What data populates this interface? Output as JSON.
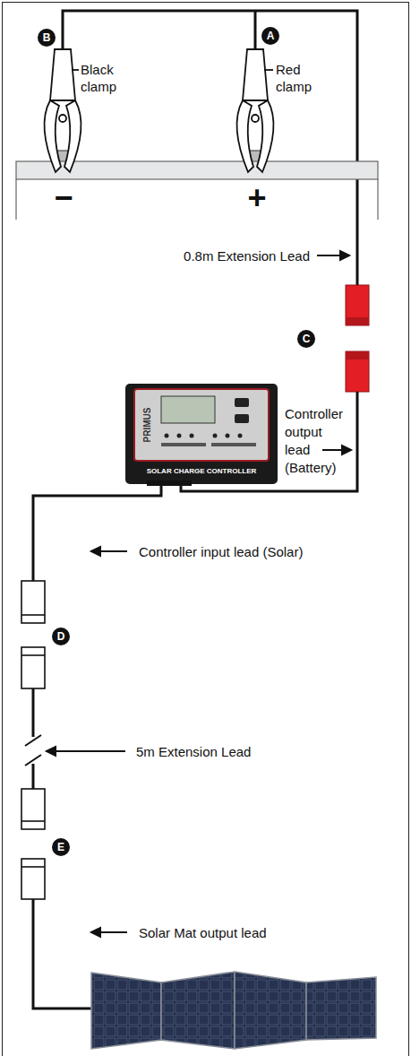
{
  "diagram": {
    "nodes": [
      {
        "text": [
          "B"
        ]
      },
      {
        "text": [
          "A"
        ]
      },
      {
        "text": [
          "C"
        ]
      },
      {
        "text": [
          "D"
        ]
      },
      {
        "text": [
          "E"
        ]
      }
    ],
    "labels": [
      "Black clamp",
      "Red clamp",
      "−",
      "+",
      "0.8m Extension Lead",
      "PRIMUS",
      "Controller output lead (Battery)",
      "SOLAR CHARGE CONTROLLER",
      "Controller input lead (Solar)",
      "5m Extension Lead",
      "Solar Mat output lead"
    ]
  }
}
